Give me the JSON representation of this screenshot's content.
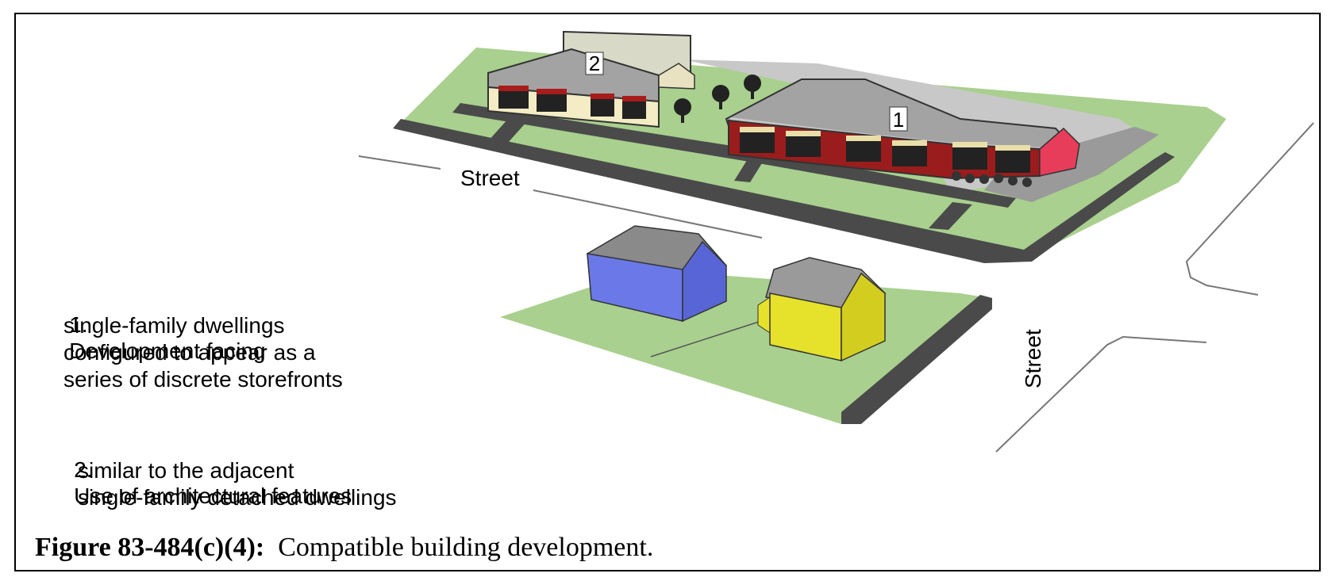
{
  "figure": {
    "caption_number": "Figure 83-484(c)(4):",
    "caption_text": "Compatible building development."
  },
  "map_labels": {
    "street_horizontal": "Street",
    "street_vertical": "Street",
    "building_1": "1",
    "building_2": "2"
  },
  "legend": {
    "items": [
      {
        "number": "1.",
        "lines": [
          "Development facing",
          "single-family dwellings",
          "configured to appear as a",
          "series of discrete storefronts"
        ]
      },
      {
        "number": "2.",
        "lines": [
          "Use of architectural features",
          "similar to the adjacent",
          "single-family detached dwellings"
        ]
      }
    ]
  },
  "colors": {
    "grass": "#a9d08e",
    "pavement": "#4a4a4a",
    "sidewalk": "#c8c8c8",
    "building_1_wall": "#9b1c1c",
    "building_2_wall": "#f3ecc4",
    "roof": "#a3a3a3",
    "house_blue": "#6b79e8",
    "house_yellow": "#e6e12a"
  }
}
